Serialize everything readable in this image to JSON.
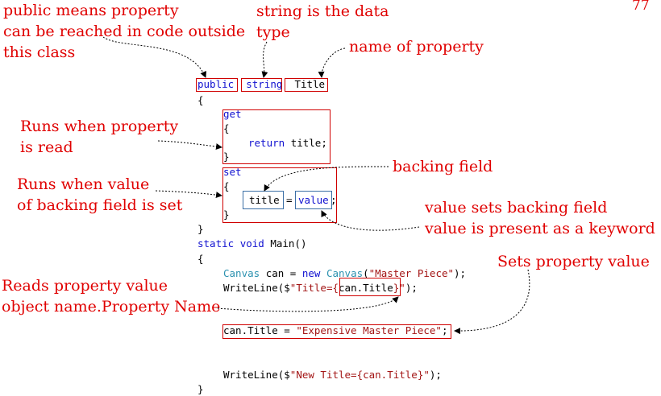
{
  "page_number": "77",
  "annotations": {
    "public_means": [
      "public means property",
      "can be reached in code outside",
      "this class"
    ],
    "string_type": [
      "string is the data",
      "type"
    ],
    "name_of_property": "name of property",
    "runs_when_read": [
      "Runs when property",
      "is read"
    ],
    "runs_when_set": [
      "Runs when value",
      "of backing field is set"
    ],
    "backing_field": "backing field",
    "value_sets": [
      "value sets backing field",
      "value is present as a keyword"
    ],
    "sets_property_value": "Sets property value",
    "reads_property": [
      "Reads property value",
      "object name.Property Name"
    ]
  },
  "code": {
    "kw_public": "public",
    "kw_string": "string",
    "prop_name": "Title",
    "open_brace": "{",
    "close_brace": "}",
    "kw_get": "get",
    "kw_return": "return",
    "return_expr": "title;",
    "kw_set": "set",
    "field_title": "title",
    "assign": "=",
    "kw_value": "value",
    "semicolon": ";",
    "kw_static": "static",
    "kw_void": "void",
    "main_sig": "Main()",
    "type_canvas": "Canvas",
    "var_can": "can =",
    "kw_new": "new",
    "ctor_open": "(",
    "str_master": "\"Master Piece\"",
    "ctor_close": ");",
    "writeline_1_pre": "WriteLine($",
    "str_title_pre": "\"Title={",
    "interp_expr": "can.Title",
    "str_title_post": "}\"",
    "writeline_1_post": ");",
    "assign_lhs": "can.Title =",
    "str_expensive": "\"Expensive Master Piece\"",
    "assign_semicolon": ";",
    "writeline_2_pre": "WriteLine($",
    "str_newtitle": "\"New Title={can.Title}\"",
    "writeline_2_post": ");"
  },
  "colors": {
    "annotation": "#e00000",
    "keyword": "#1010d0",
    "type": "#2b91af",
    "string": "#a31515",
    "box": "#d00000",
    "inner_box": "#3a6ea5"
  }
}
